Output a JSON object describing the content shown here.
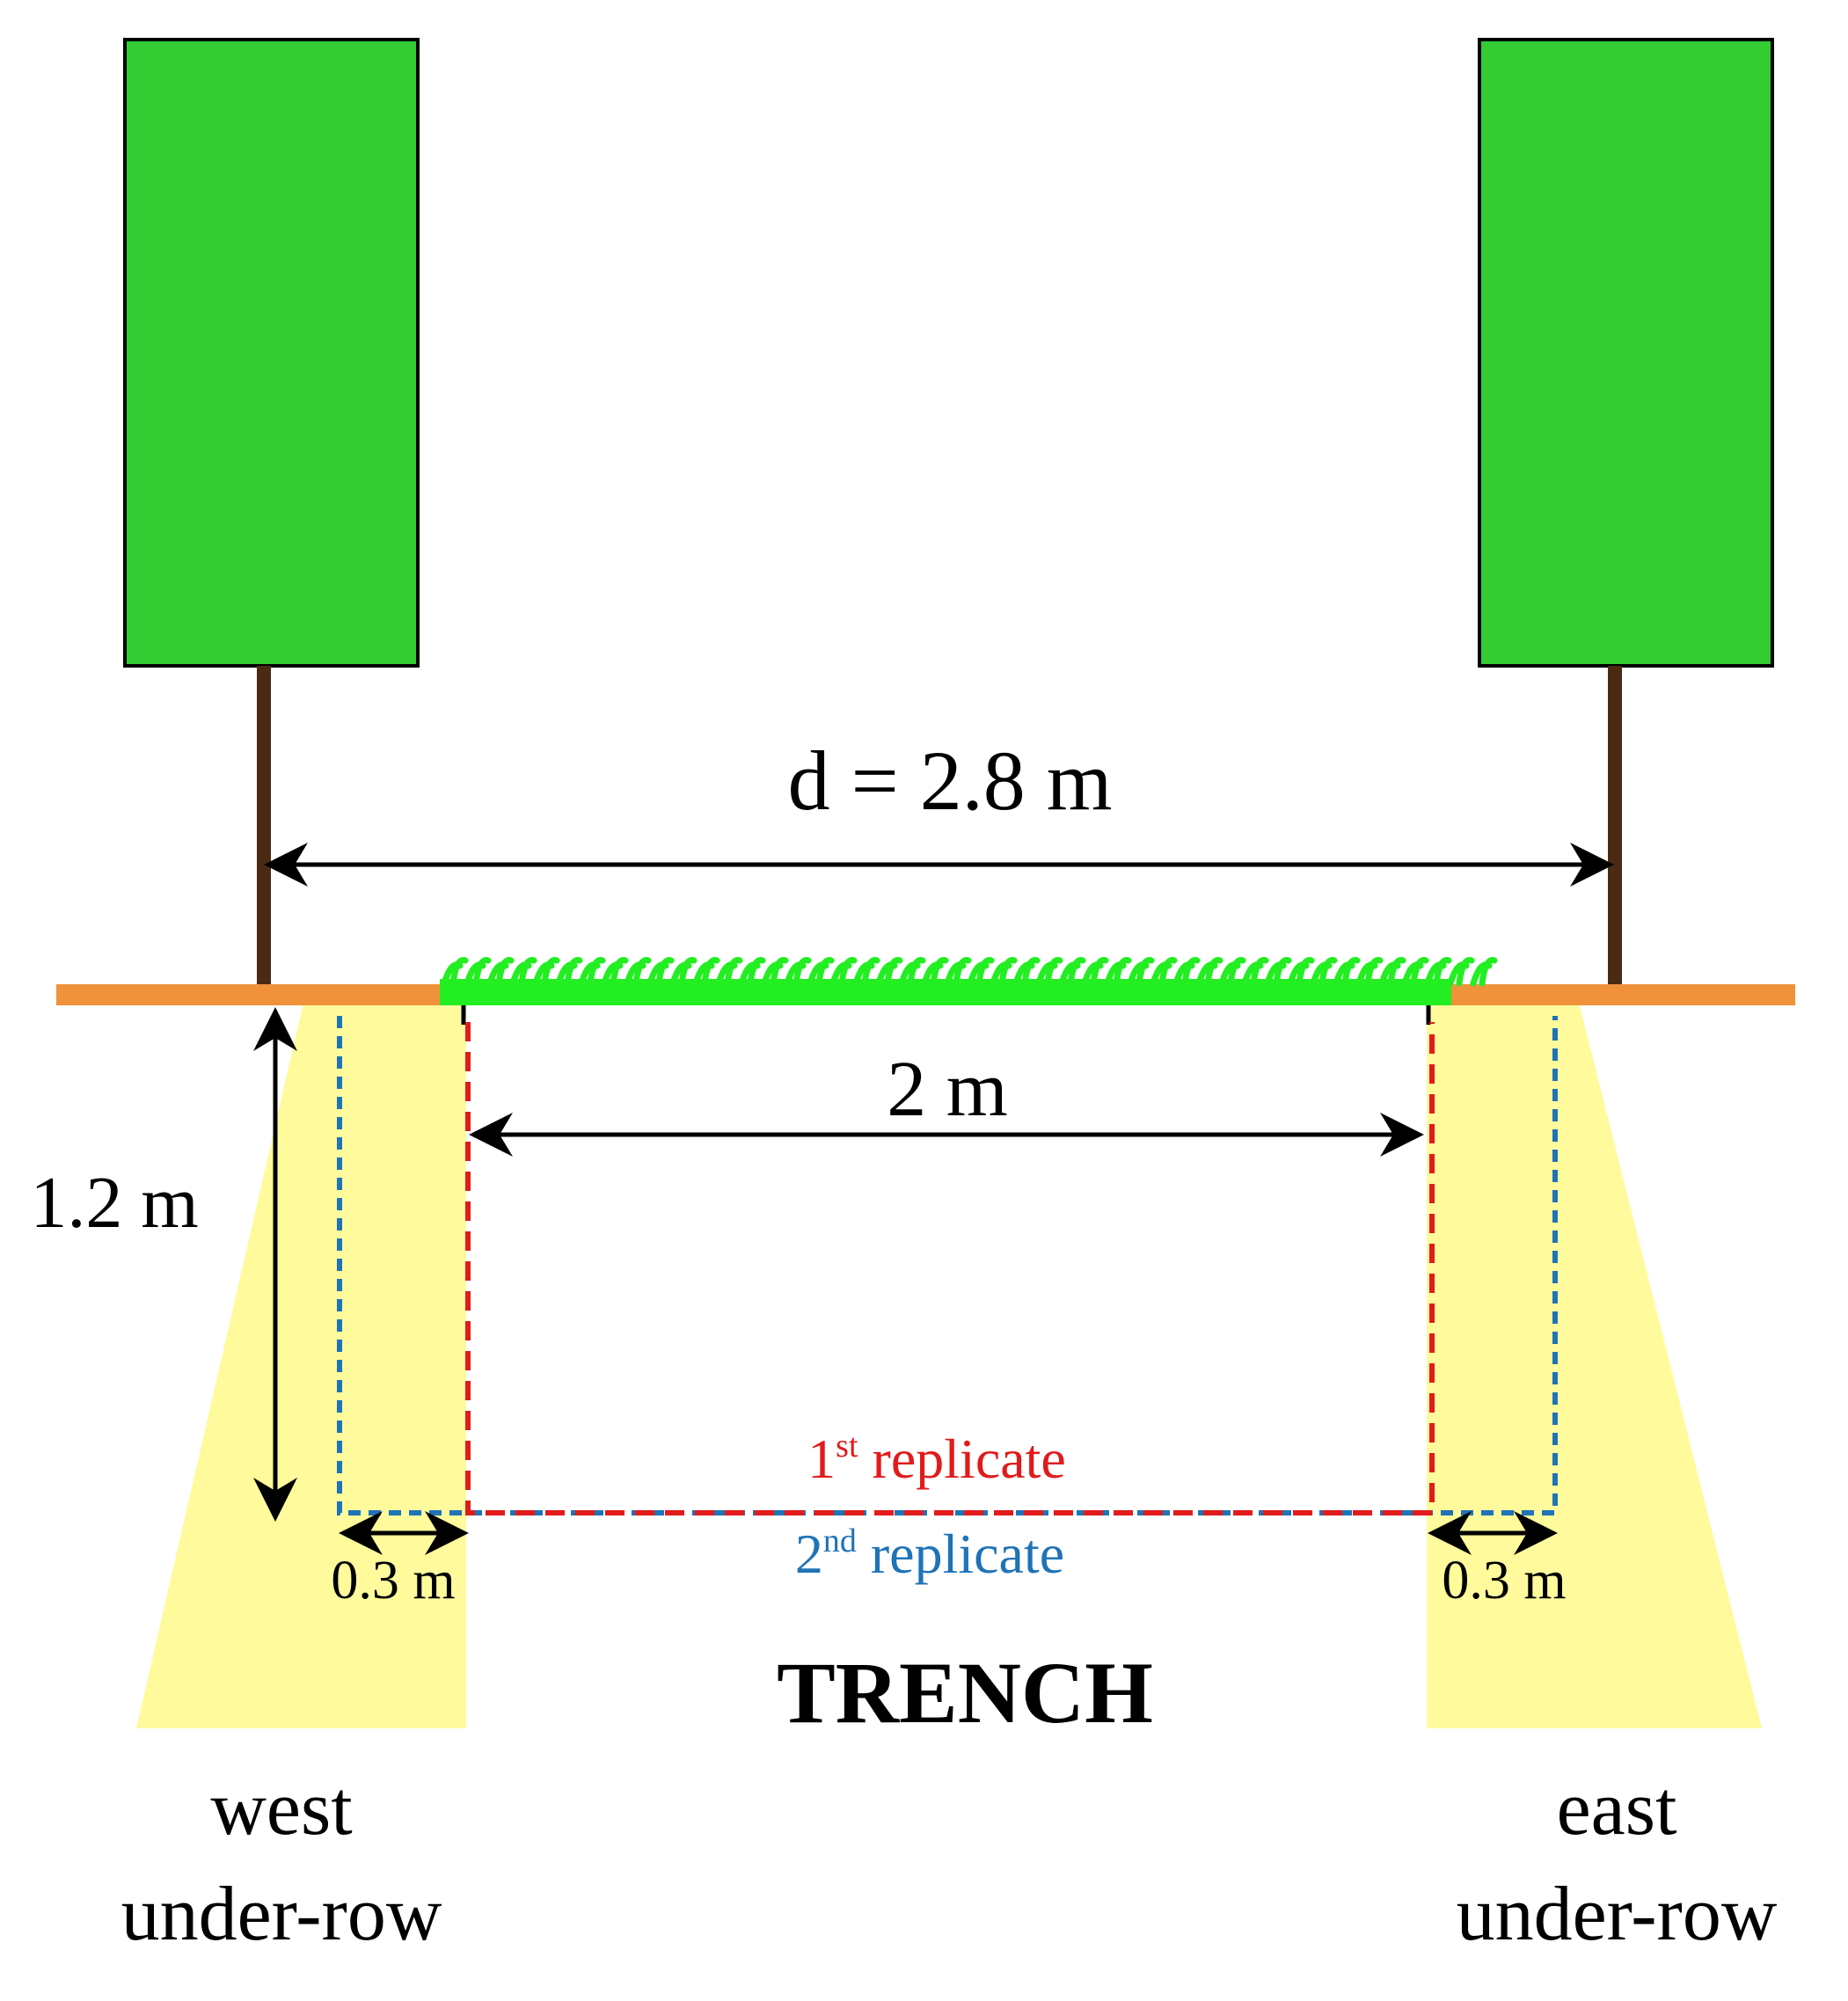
{
  "labels": {
    "tree_spacing": "d = 2.8 m",
    "trench_width": "2 m",
    "depth": "1.2 m",
    "replicate1_num": "1",
    "replicate1_sup": "st",
    "replicate1_word": " replicate",
    "replicate2_num": "2",
    "replicate2_sup": "nd",
    "replicate2_word": " replicate",
    "west_offset": "0.3 m",
    "east_offset": "0.3 m",
    "trench_title": "TRENCH",
    "west_line1": "west",
    "west_line2": "under-row",
    "east_line1": "east",
    "east_line2": "under-row"
  },
  "colors": {
    "canopy": "#33cc33",
    "trunk": "#4a2a12",
    "soil_surface": "#f0923a",
    "grass": "#22ee22",
    "root_zone": "#fffb9c",
    "replicate1": "#e11b1b",
    "replicate2": "#1f73b7",
    "arrow": "#000000"
  }
}
